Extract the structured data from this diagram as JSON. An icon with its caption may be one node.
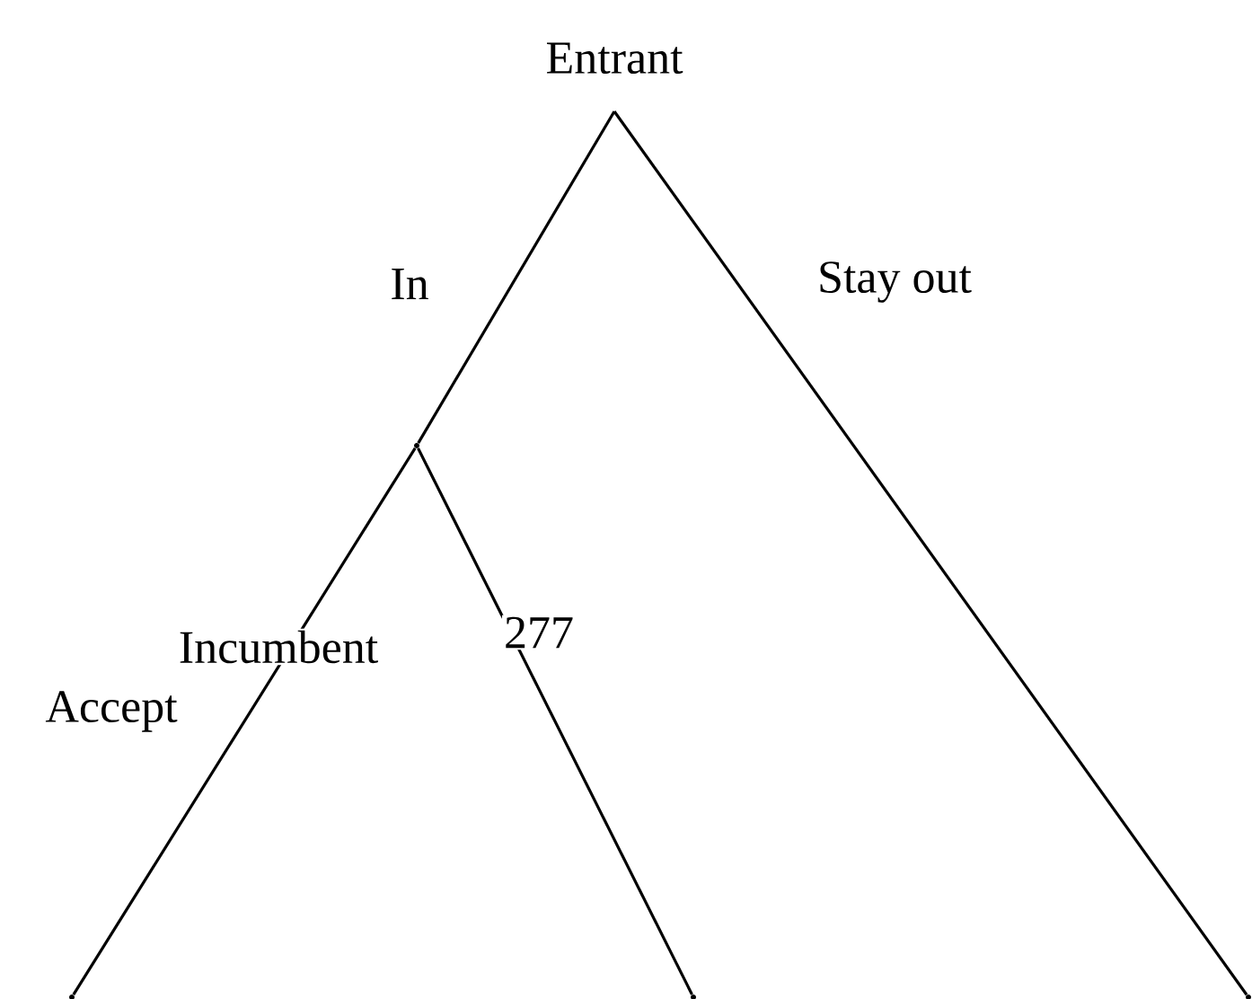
{
  "diagram": {
    "nodes": [
      {
        "text": [
          "Entrant"
        ]
      },
      {
        "text": [],
        "shape": "point"
      },
      {
        "text": [],
        "shape": "point"
      },
      {
        "text": [],
        "shape": "point"
      },
      {
        "text": [],
        "shape": "point"
      }
    ],
    "edges": [
      {
        "from": 0,
        "to": 1,
        "arrow": "none",
        "label": "In"
      },
      {
        "from": 0,
        "to": 4,
        "arrow": "none",
        "label": "Stay out"
      },
      {
        "from": 1,
        "to": 2,
        "arrow": "none",
        "label": "Accept"
      },
      {
        "from": 1,
        "to": 3,
        "arrow": "none",
        "label": "277"
      }
    ],
    "labels": [
      "Incumbent"
    ]
  }
}
